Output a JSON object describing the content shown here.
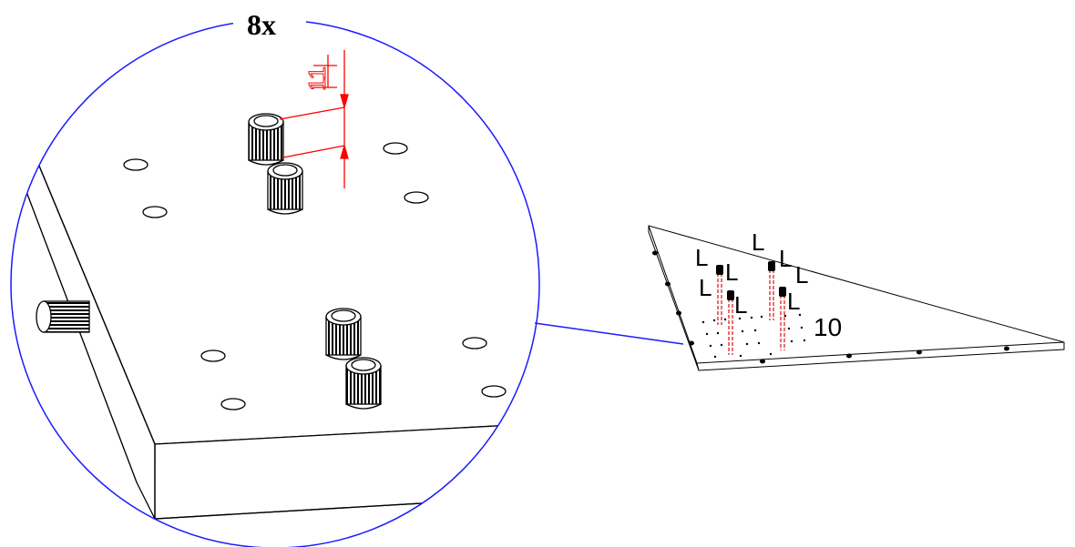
{
  "detail": {
    "quantity_label": "8x",
    "dimension_label": "11",
    "circle_color": "#1a1aff",
    "dimension_color": "#ff0000"
  },
  "overview": {
    "part_labels": [
      "L",
      "L",
      "L",
      "L",
      "L",
      "L",
      "L",
      "L"
    ],
    "number_label": "10",
    "insert_line_color": "#e02020"
  }
}
